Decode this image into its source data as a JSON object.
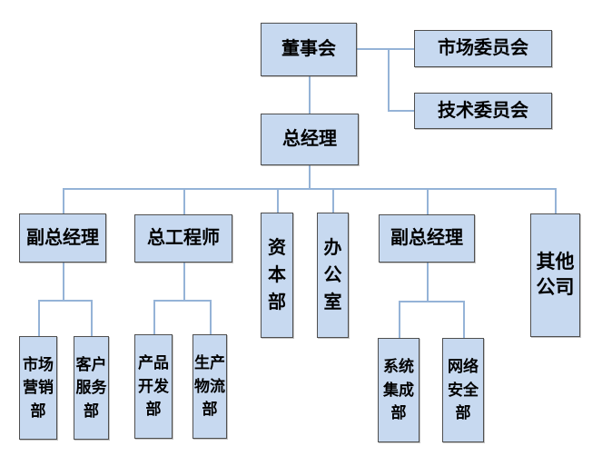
{
  "diagram": {
    "type": "org-chart",
    "background_color": "#ffffff",
    "node_fill_color": "#c7d9f0",
    "node_border_color": "#4f4f4f",
    "connector_color": "#95b3d7",
    "text_color": "#000000",
    "nodes": {
      "board": {
        "label": "董事会"
      },
      "market_committee": {
        "label": "市场委员会"
      },
      "tech_committee": {
        "label": "技术委员会"
      },
      "general_manager": {
        "label": "总经理"
      },
      "deputy_gm_left": {
        "label": "副总经理"
      },
      "chief_engineer": {
        "label": "总工程师"
      },
      "capital_dept": {
        "label": "资\n本\n部"
      },
      "office": {
        "label": "办\n公\n室"
      },
      "deputy_gm_right": {
        "label": "副总经理"
      },
      "other_companies": {
        "label": "其他\n公司"
      },
      "marketing_dept": {
        "label": "市场\n营销\n部"
      },
      "customer_service_dept": {
        "label": "客户\n服务\n部"
      },
      "product_dev_dept": {
        "label": "产品\n开发\n部"
      },
      "production_logistics_dept": {
        "label": "生产\n物流\n部"
      },
      "system_integration_dept": {
        "label": "系统\n集成\n部"
      },
      "network_security_dept": {
        "label": "网络\n安全\n部"
      }
    },
    "edges": [
      {
        "from": "board",
        "to": "market_committee"
      },
      {
        "from": "board",
        "to": "tech_committee"
      },
      {
        "from": "board",
        "to": "general_manager"
      },
      {
        "from": "general_manager",
        "to": "deputy_gm_left"
      },
      {
        "from": "general_manager",
        "to": "chief_engineer"
      },
      {
        "from": "general_manager",
        "to": "capital_dept"
      },
      {
        "from": "general_manager",
        "to": "office"
      },
      {
        "from": "general_manager",
        "to": "deputy_gm_right"
      },
      {
        "from": "general_manager",
        "to": "other_companies"
      },
      {
        "from": "deputy_gm_left",
        "to": "marketing_dept"
      },
      {
        "from": "deputy_gm_left",
        "to": "customer_service_dept"
      },
      {
        "from": "chief_engineer",
        "to": "product_dev_dept"
      },
      {
        "from": "chief_engineer",
        "to": "production_logistics_dept"
      },
      {
        "from": "deputy_gm_right",
        "to": "system_integration_dept"
      },
      {
        "from": "deputy_gm_right",
        "to": "network_security_dept"
      }
    ]
  }
}
